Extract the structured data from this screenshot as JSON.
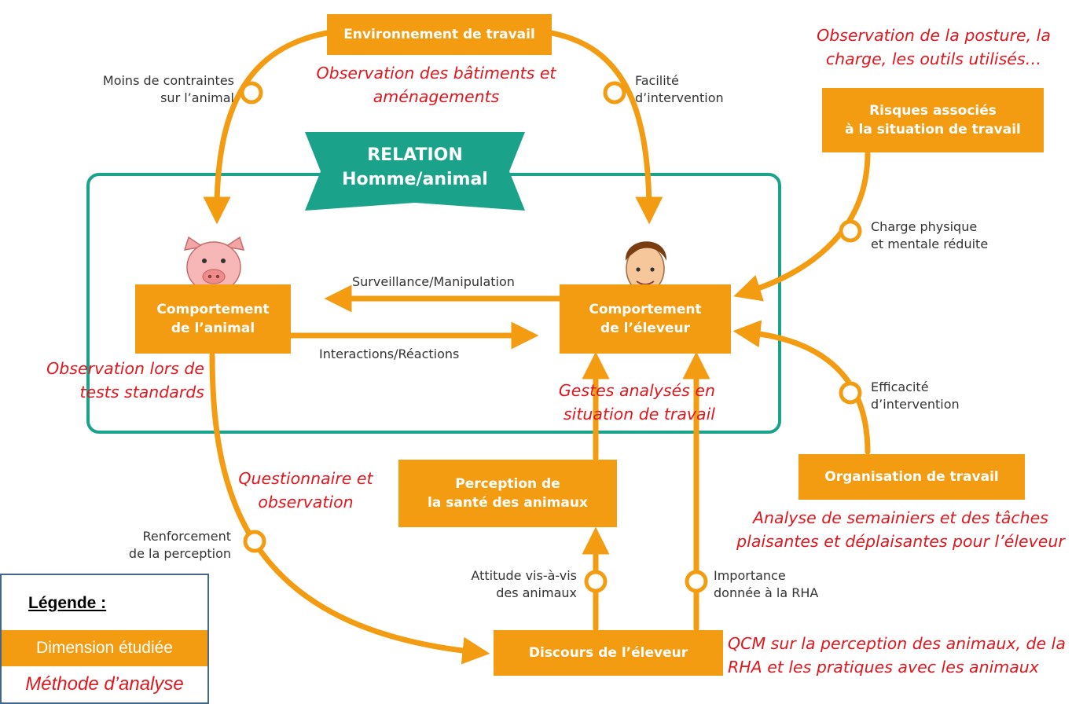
{
  "banner": {
    "text": "RELATION\nHomme/animal"
  },
  "boxes": {
    "environnement": "Environnement de travail",
    "risques": "Risques associés\nà la situation de travail",
    "comportement_animal": "Comportement\nde l’animal",
    "comportement_eleveur": "Comportement\nde l’éleveur",
    "perception_sante": "Perception de\nla santé des animaux",
    "organisation": "Organisation de travail",
    "discours": "Discours de l’éleveur"
  },
  "labels": {
    "moins_contraintes": "Moins de contraintes\nsur l’animal",
    "facilite": "Facilité\nd’intervention",
    "charge": "Charge physique\net mentale réduite",
    "surveillance": "Surveillance/Manipulation",
    "interactions": "Interactions/Réactions",
    "efficacite": "Efficacité\nd’intervention",
    "renforcement": "Renforcement\nde la perception",
    "attitude": "Attitude vis-à-vis\ndes animaux",
    "importance": "Importance\ndonnée à la RHA"
  },
  "methods": {
    "batiments": "Observation des bâtiments et\naménagements",
    "posture": "Observation de la posture, la\ncharge, les outils utilisés…",
    "tests": "Observation lors de\ntests standards",
    "gestes": "Gestes analysés en\nsituation de travail",
    "questionnaire": "Questionnaire et\nobservation",
    "semainiers": "Analyse de semainiers et des tâches\nplaisantes et déplaisantes pour l’éleveur",
    "qcm": "QCM sur la perception des animaux, de la\nRHA et les pratiques avec les animaux"
  },
  "legend": {
    "title": "Légende :",
    "dimension": "Dimension étudiée",
    "method": "Méthode d’analyse"
  },
  "icons": {
    "animal": "pig-icon",
    "farmer": "farmer-face-icon"
  },
  "colors": {
    "orange": "#f39c12",
    "teal": "#1aa38a",
    "red": "#e0171e"
  }
}
